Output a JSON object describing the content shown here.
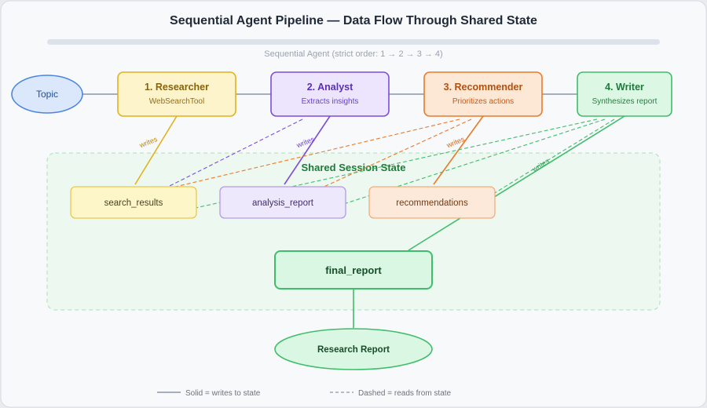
{
  "title": "Sequential Agent Pipeline — Data Flow Through Shared State",
  "pipeline_label": "Sequential Agent (strict order: 1 → 2 → 3 → 4)",
  "topic": "Topic",
  "agents": [
    {
      "title": "1. Researcher",
      "subtitle": "WebSearchTool"
    },
    {
      "title": "2. Analyst",
      "subtitle": "Extracts insights"
    },
    {
      "title": "3. Recommender",
      "subtitle": "Prioritizes actions"
    },
    {
      "title": "4. Writer",
      "subtitle": "Synthesizes report"
    }
  ],
  "state": {
    "title": "Shared Session State",
    "keys": [
      "search_results",
      "analysis_report",
      "recommendations"
    ],
    "final": "final_report"
  },
  "edge_label": "writes",
  "output": "Research Report",
  "legend": {
    "solid": "Solid = writes to state",
    "dashed": "Dashed = reads from state"
  },
  "colors": {
    "researcher": "#e0b21b",
    "analyst": "#7c4ddb",
    "recommender": "#ea7a2a",
    "writer": "#3fbd6b"
  }
}
